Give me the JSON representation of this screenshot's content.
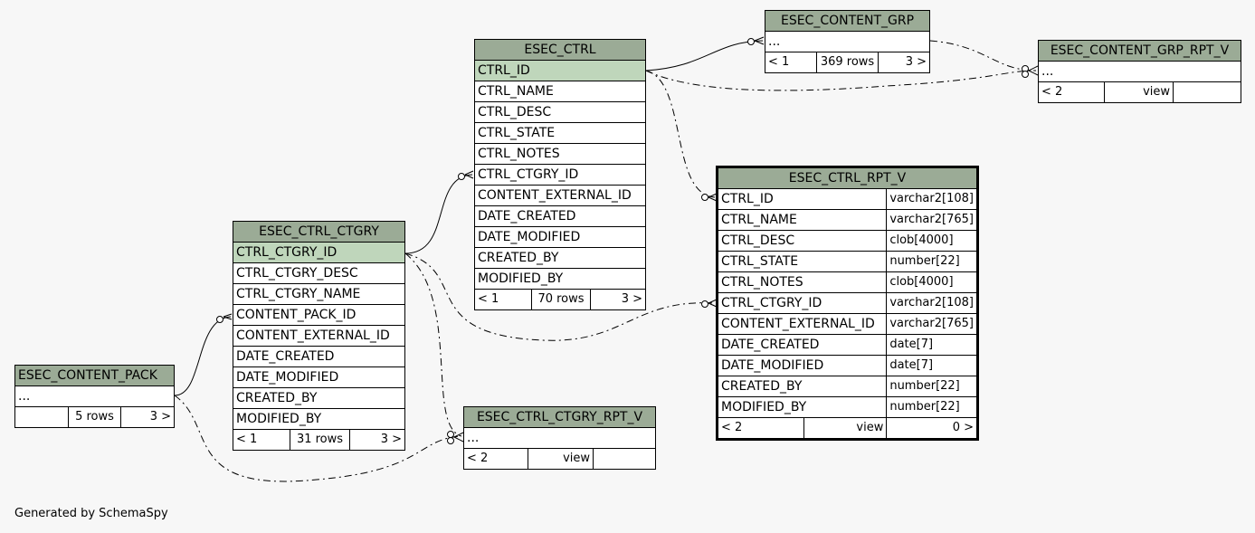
{
  "footer_text": "Generated by SchemaSpy",
  "tables": {
    "content_pack": {
      "name": "ESEC_CONTENT_PACK",
      "rows": [
        "..."
      ],
      "footer": {
        "left": "",
        "mid": "5 rows",
        "right": "3 >"
      }
    },
    "ctrl_ctgry": {
      "name": "ESEC_CTRL_CTGRY",
      "rows": [
        "CTRL_CTGRY_ID",
        "CTRL_CTGRY_DESC",
        "CTRL_CTGRY_NAME",
        "CONTENT_PACK_ID",
        "CONTENT_EXTERNAL_ID",
        "DATE_CREATED",
        "DATE_MODIFIED",
        "CREATED_BY",
        "MODIFIED_BY"
      ],
      "footer": {
        "left": "< 1",
        "mid": "31 rows",
        "right": "3 >"
      }
    },
    "ctrl": {
      "name": "ESEC_CTRL",
      "rows": [
        "CTRL_ID",
        "CTRL_NAME",
        "CTRL_DESC",
        "CTRL_STATE",
        "CTRL_NOTES",
        "CTRL_CTGRY_ID",
        "CONTENT_EXTERNAL_ID",
        "DATE_CREATED",
        "DATE_MODIFIED",
        "CREATED_BY",
        "MODIFIED_BY"
      ],
      "footer": {
        "left": "< 1",
        "mid": "70 rows",
        "right": "3 >"
      }
    },
    "ctrl_ctgry_rpt_v": {
      "name": "ESEC_CTRL_CTGRY_RPT_V",
      "rows": [
        "..."
      ],
      "footer": {
        "left": "< 2",
        "mid": "view",
        "right": ""
      }
    },
    "content_grp": {
      "name": "ESEC_CONTENT_GRP",
      "rows": [
        "..."
      ],
      "footer": {
        "left": "< 1",
        "mid": "369 rows",
        "right": "3 >"
      }
    },
    "content_grp_rpt_v": {
      "name": "ESEC_CONTENT_GRP_RPT_V",
      "rows": [
        "..."
      ],
      "footer": {
        "left": "< 2",
        "mid": "view",
        "right": ""
      }
    },
    "ctrl_rpt_v": {
      "name": "ESEC_CTRL_RPT_V",
      "rows": [
        {
          "col": "CTRL_ID",
          "type": "varchar2[108]"
        },
        {
          "col": "CTRL_NAME",
          "type": "varchar2[765]"
        },
        {
          "col": "CTRL_DESC",
          "type": "clob[4000]"
        },
        {
          "col": "CTRL_STATE",
          "type": "number[22]"
        },
        {
          "col": "CTRL_NOTES",
          "type": "clob[4000]"
        },
        {
          "col": "CTRL_CTGRY_ID",
          "type": "varchar2[108]"
        },
        {
          "col": "CONTENT_EXTERNAL_ID",
          "type": "varchar2[765]"
        },
        {
          "col": "DATE_CREATED",
          "type": "date[7]"
        },
        {
          "col": "DATE_MODIFIED",
          "type": "date[7]"
        },
        {
          "col": "CREATED_BY",
          "type": "number[22]"
        },
        {
          "col": "MODIFIED_BY",
          "type": "number[22]"
        }
      ],
      "footer": {
        "left": "< 2",
        "mid": "view",
        "right": "0 >"
      }
    }
  }
}
